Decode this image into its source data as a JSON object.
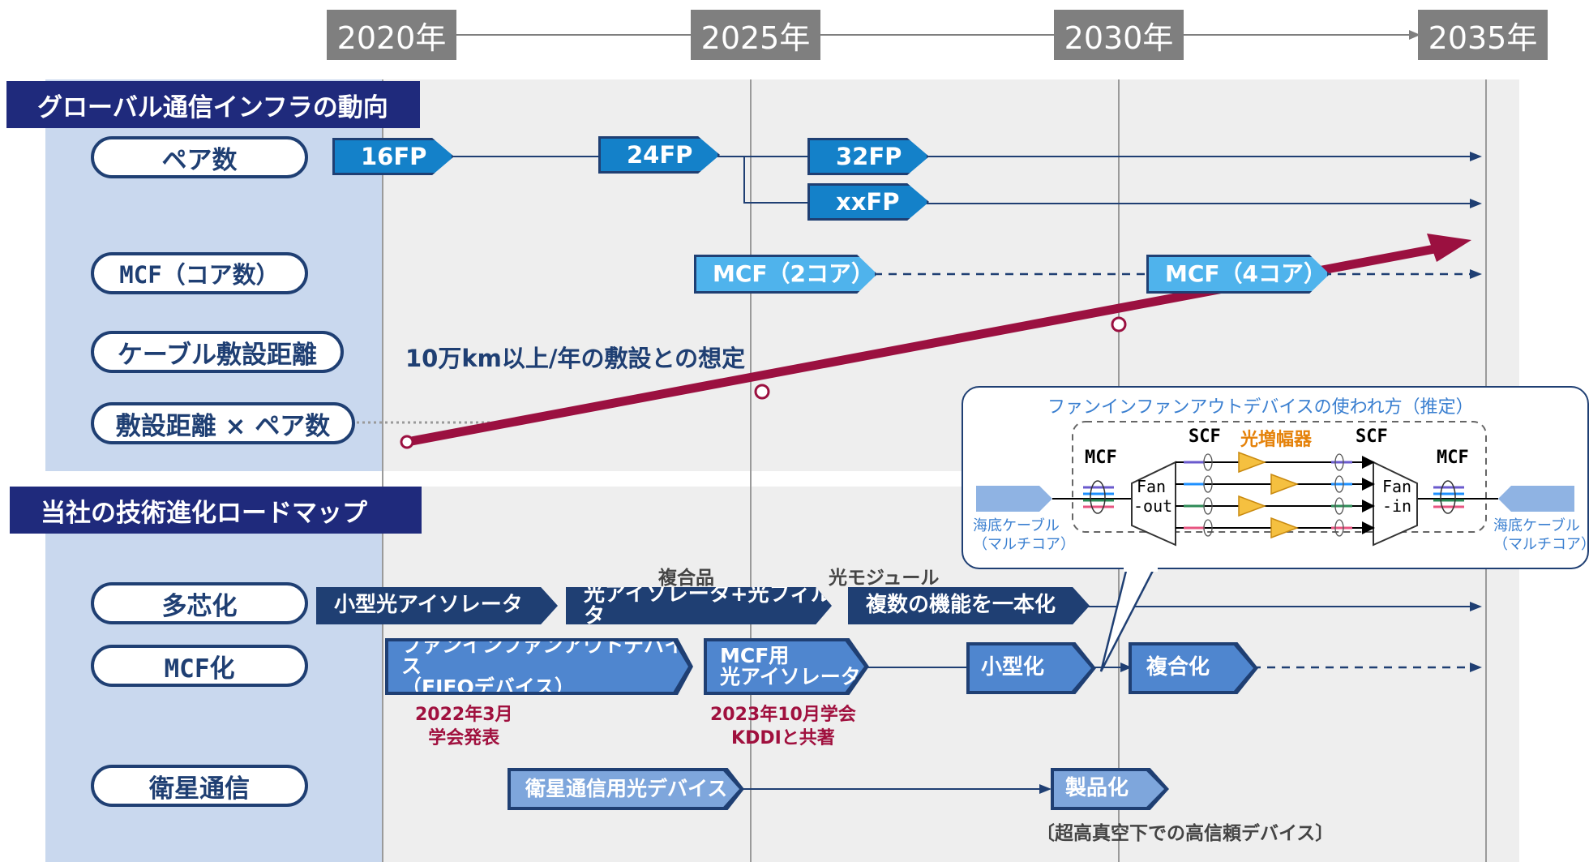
{
  "years": [
    "2020年",
    "2025年",
    "2030年",
    "2035年"
  ],
  "section1": {
    "title": "グローバル通信インフラの動向",
    "rows": [
      "ペア数",
      "MCF（コア数）",
      "ケーブル敷設距離",
      "敷設距離 × ペア数"
    ],
    "pairs": [
      "16FP",
      "24FP",
      "32FP",
      "xxFP"
    ],
    "mcf": [
      "MCF（2コア）",
      "MCF（4コア）"
    ],
    "trend_label": "10万km以上/年の敷設との想定"
  },
  "section2": {
    "title": "当社の技術進化ロードマップ",
    "rows": [
      "多芯化",
      "MCF化",
      "衛星通信"
    ],
    "multicore": {
      "note1": "複合品",
      "note2": "光モジュール",
      "steps": [
        "小型光アイソレータ",
        "光アイソレータ+光フィルタ",
        "複数の機能を一本化"
      ]
    },
    "mcf_steps": {
      "fifo_line1": "ファンインファンアウトデバイス",
      "fifo_line2": "（FIFOデバイス）",
      "iso_line1": "MCF用",
      "iso_line2": "光アイソレータ",
      "small": "小型化",
      "composite": "複合化",
      "note_a1": "2022年3月",
      "note_a2": "学会発表",
      "note_b1": "2023年10月学会",
      "note_b2": "KDDIと共著"
    },
    "satellite": {
      "device": "衛星通信用光デバイス",
      "product": "製品化",
      "note": "〔超高真空下での高信頼デバイス〕"
    }
  },
  "callout": {
    "title": "ファンインファンアウトデバイスの使われ方（推定）",
    "mcf": "MCF",
    "scf": "SCF",
    "amp": "光増幅器",
    "fanout_1": "Fan",
    "fanout_2": "-out",
    "fanin_1": "Fan",
    "fanin_2": "-in",
    "cable_1": "海底ケーブル",
    "cable_2": "（マルチコア）"
  },
  "colors": {
    "dark_blue": "#1f3f73",
    "navy_title": "#1f2a7c",
    "chevron_blue": "#1481c9",
    "chevron_light": "#4fb3ec",
    "chevron_mid": "#4f86cf",
    "trend": "#9b1040",
    "note_red": "#a0103e",
    "amp_orange": "#e5820a"
  }
}
